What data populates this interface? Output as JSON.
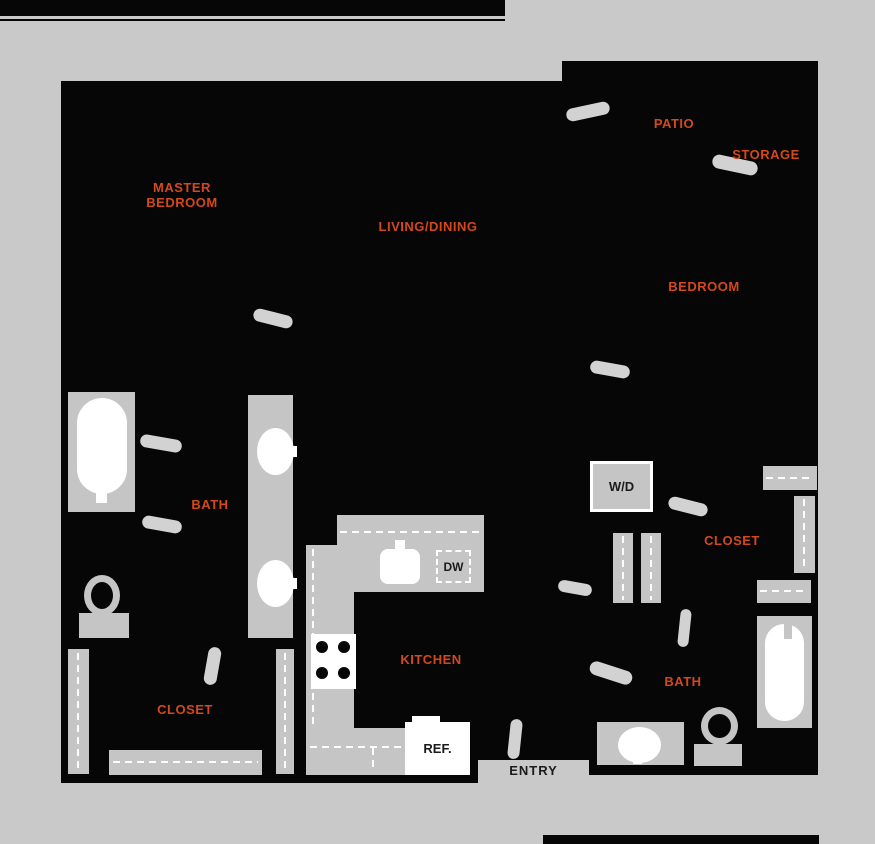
{
  "colors": {
    "background": "#c9c9c9",
    "walls": "#060606",
    "fixture_gray": "#c5c5c5",
    "accent_orange": "#d4481b",
    "fixture_white": "#ffffff"
  },
  "labels": {
    "master_bedroom_line1": "MASTER",
    "master_bedroom_line2": "BEDROOM",
    "living_dining": "LIVING/DINING",
    "patio": "PATIO",
    "storage": "STORAGE",
    "bedroom": "BEDROOM",
    "master_bath": "BATH",
    "second_bath": "BATH",
    "master_closet": "CLOSET",
    "bedroom_closet": "CLOSET",
    "kitchen": "KITCHEN",
    "washer_dryer": "W/D",
    "dishwasher": "DW",
    "refrigerator": "REF.",
    "entry": "ENTRY"
  }
}
